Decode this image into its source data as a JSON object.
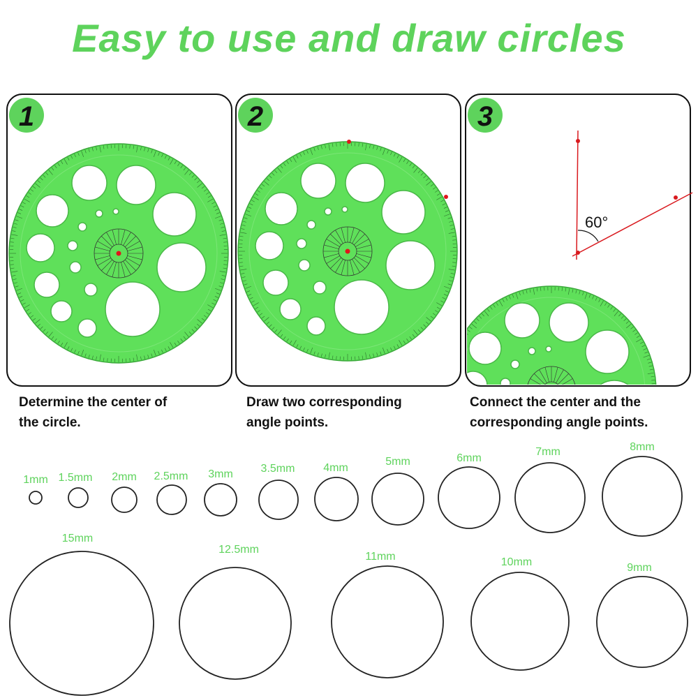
{
  "title": "Easy to use and draw circles",
  "colors": {
    "accent": "#5ed35c",
    "ruler": "#5fe05a",
    "marker": "#e0161b",
    "line": "#d9191e"
  },
  "steps": [
    {
      "number": "1",
      "caption_line1": "Determine the center of",
      "caption_line2": "the circle."
    },
    {
      "number": "2",
      "caption_line1": "Draw two corresponding",
      "caption_line2": "angle points."
    },
    {
      "number": "3",
      "caption_line1": "Connect the center and the",
      "caption_line2": "corresponding angle points."
    }
  ],
  "angle_label": "60°",
  "circle_sizes": [
    "1mm",
    "1.5mm",
    "2mm",
    "2.5mm",
    "3mm",
    "3.5mm",
    "4mm",
    "5mm",
    "6mm",
    "7mm",
    "8mm",
    "15mm",
    "12.5mm",
    "11mm",
    "10mm",
    "9mm"
  ]
}
